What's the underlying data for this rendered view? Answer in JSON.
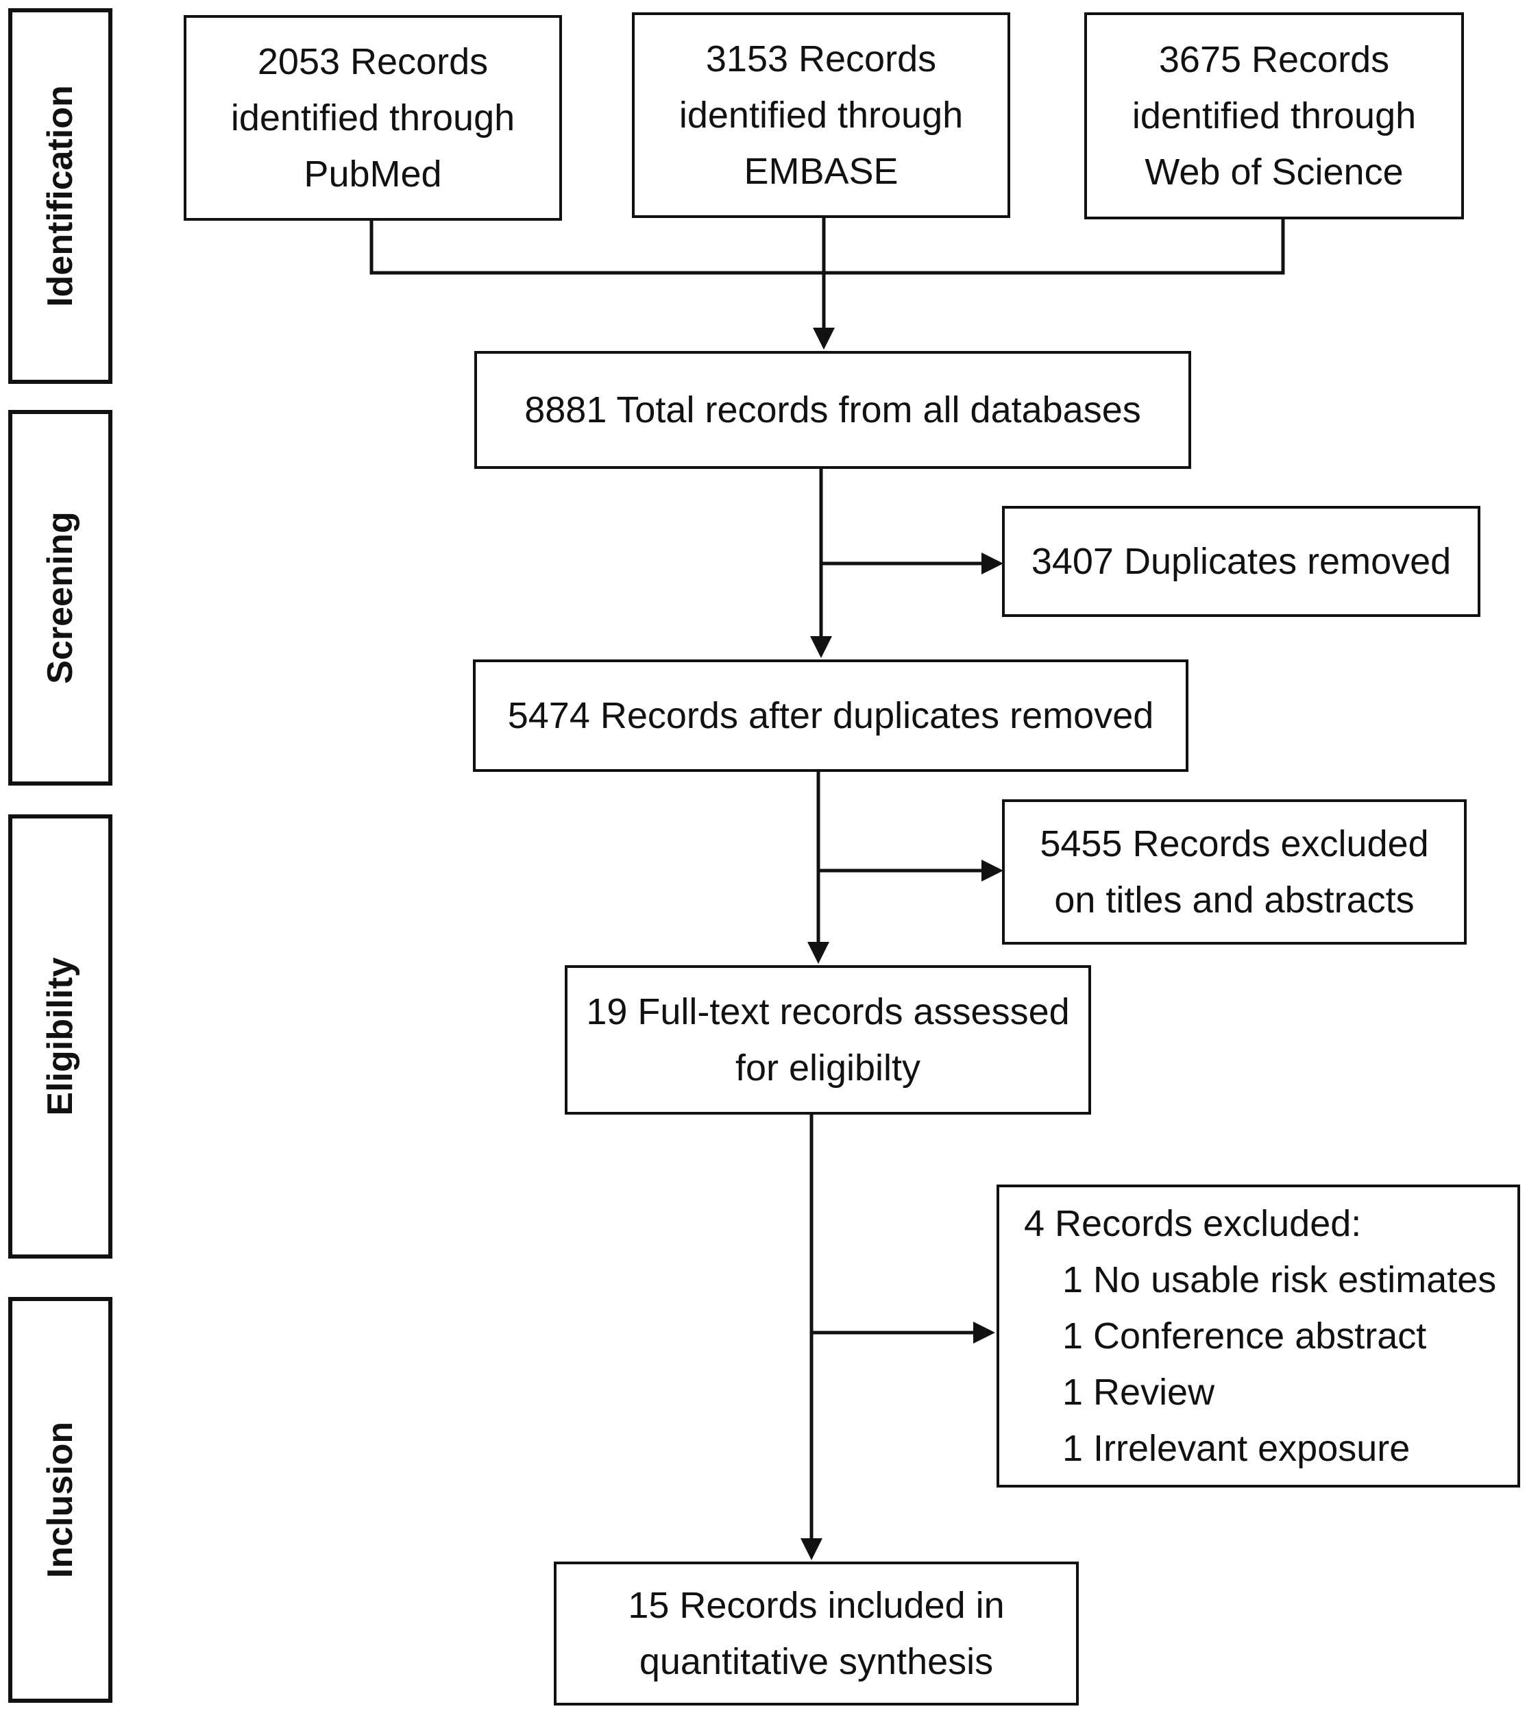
{
  "phases": [
    {
      "label": "Identification"
    },
    {
      "label": "Screening"
    },
    {
      "label": "Eligibility"
    },
    {
      "label": "Inclusion"
    }
  ],
  "boxes": {
    "pubmed": [
      "2053 Records",
      "identified through",
      "PubMed"
    ],
    "embase": [
      "3153 Records",
      "identified through",
      "EMBASE"
    ],
    "wos": [
      "3675 Records",
      "identified through",
      "Web of Science"
    ],
    "total": [
      "8881 Total records from all databases"
    ],
    "duplicates": [
      "3407 Duplicates removed"
    ],
    "after_dup": [
      "5474 Records after duplicates removed"
    ],
    "excluded_titles": [
      "5455 Records excluded",
      "on titles and abstracts"
    ],
    "fulltext": [
      "19 Full-text records assessed",
      "for eligibilty"
    ],
    "excluded_fulltext": {
      "heading": "4 Records excluded:",
      "items": [
        "1 No usable risk estimates",
        "1 Conference abstract",
        "1 Review",
        "1 Irrelevant exposure"
      ]
    },
    "included": [
      "15 Records included in",
      "quantitative synthesis"
    ]
  }
}
